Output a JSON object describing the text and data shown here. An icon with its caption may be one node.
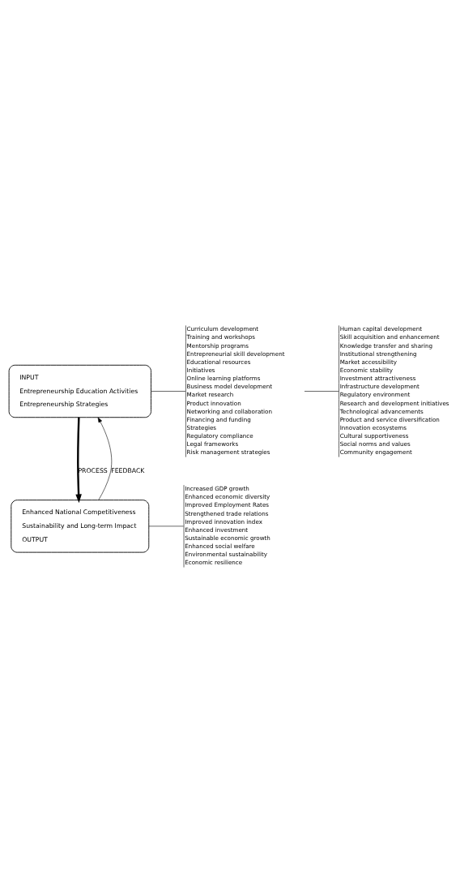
{
  "diagram": {
    "nodes": [
      {
        "text": [
          "INPUT",
          "Entrepreneurship Education Activities",
          "Entrepreneurship Strategies"
        ]
      },
      {
        "text": [
          "Curriculum development",
          "Training and workshops",
          "Mentorship programs",
          "Entrepreneurial skill development",
          "Educational resources",
          "Initiatives",
          "Online learning platforms",
          "Business model development",
          "Market research",
          "Product innovation",
          "Networking and collaboration",
          "Financing and funding",
          "Strategies",
          "Regulatory compliance",
          "Legal frameworks",
          "Risk management strategies"
        ]
      },
      {
        "text": [
          "Human capital development",
          "Skill acquisition and enhancement",
          "Knowledge transfer and sharing",
          "Institutional strengthening",
          "Market accessibility",
          "Economic stability",
          "Investment attractiveness",
          "Infrastructure development",
          "Regulatory environment",
          "Research and development initiatives",
          "Technological advancements",
          "Product and service diversification",
          "Innovation ecosystems",
          "Cultural supportiveness",
          "Social norms and values",
          "Community engagement"
        ]
      },
      {
        "text": [
          "Enhanced National Competitiveness",
          "Sustainability and Long-term Impact",
          "OUTPUT"
        ]
      },
      {
        "text": [
          "Increased GDP growth",
          "Enhanced economic diversity",
          "Improved Employment Rates",
          "Strengthened trade relations",
          "Improved innovation index",
          "Enhanced investment",
          "Sustainable economic growth",
          "Enhanced social welfare",
          "Environmental sustainability",
          "Economic resilience"
        ]
      }
    ],
    "edges": [
      {
        "from": 0,
        "to": 3,
        "arrow": "to",
        "label": "PROCESS",
        "style": "thick"
      },
      {
        "from": 3,
        "to": 0,
        "arrow": "to",
        "label": "FEEDBACK"
      },
      {
        "from": 0,
        "to": 1,
        "arrow": "none"
      },
      {
        "from": null,
        "to": 2,
        "arrow": "none"
      },
      {
        "from": 3,
        "to": 4,
        "arrow": "none"
      }
    ]
  }
}
